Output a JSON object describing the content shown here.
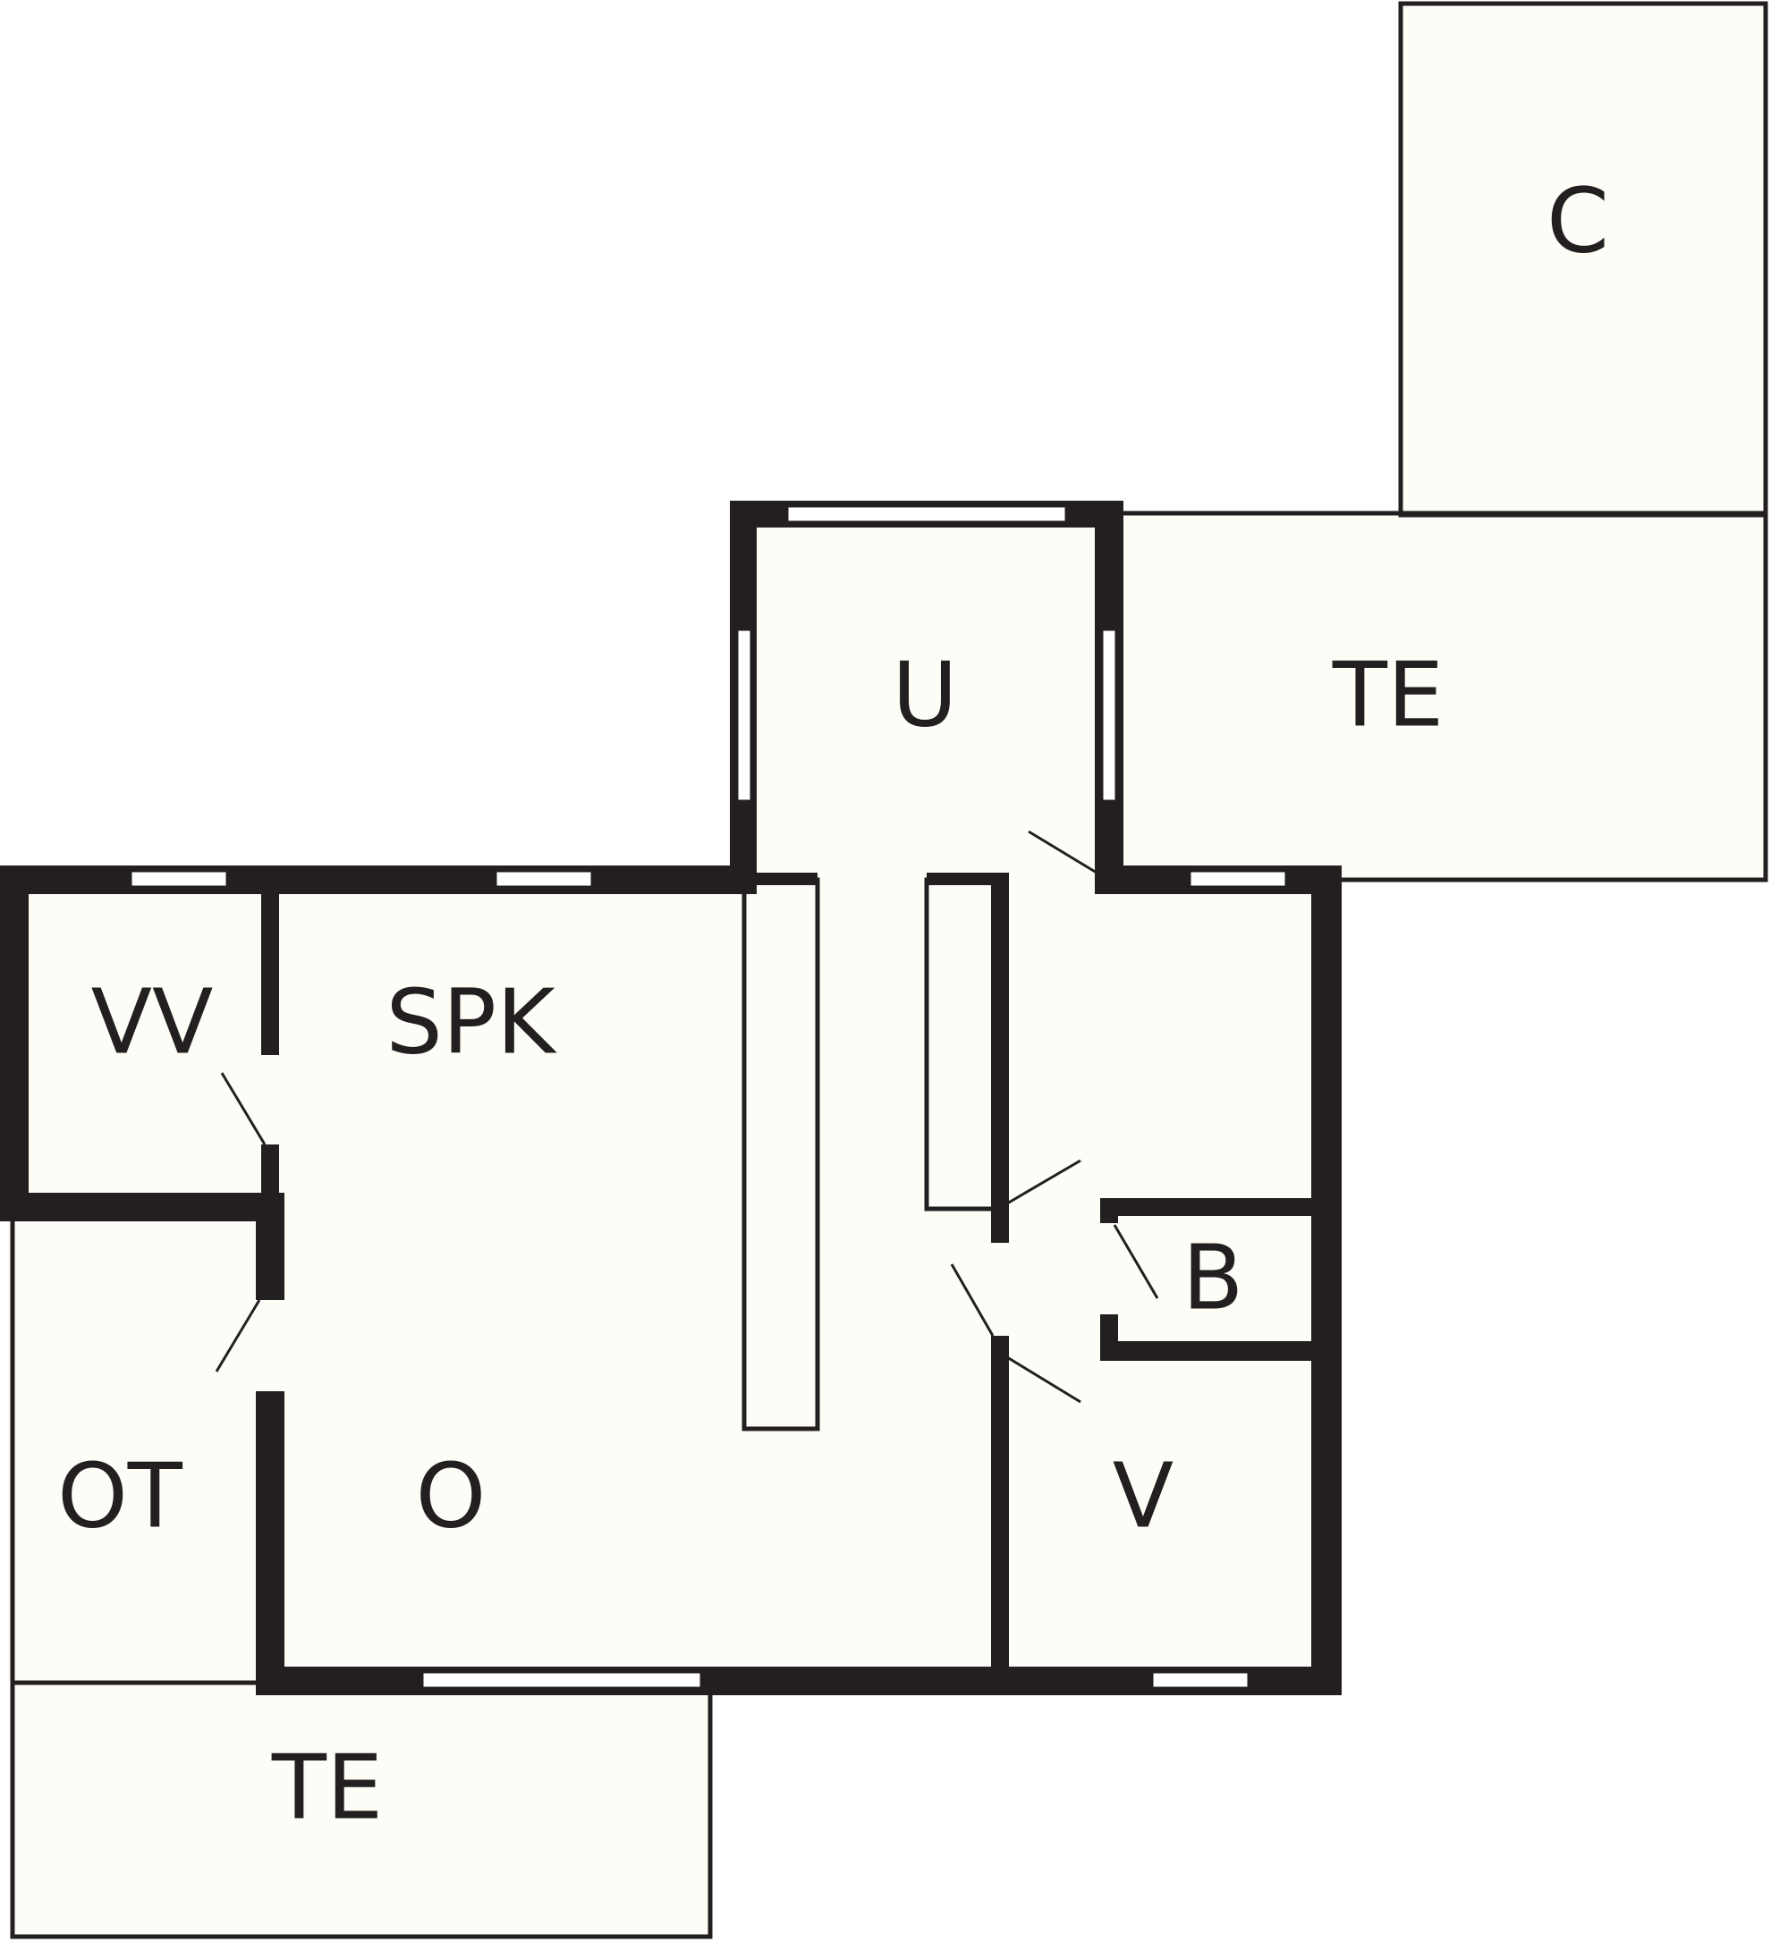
{
  "rooms": {
    "c": "C",
    "u": "U",
    "te_upper": "TE",
    "vv": "VV",
    "spk": "SPK",
    "b": "B",
    "ot": "OT",
    "o": "O",
    "v": "V",
    "te_lower": "TE"
  },
  "colors": {
    "wall": "#231f20",
    "floor": "#fdfdf8",
    "background": "#ffffff"
  }
}
